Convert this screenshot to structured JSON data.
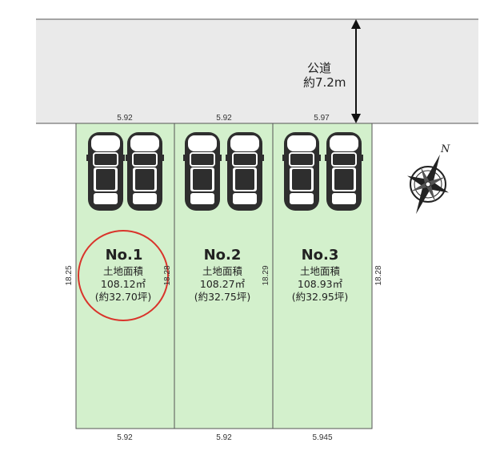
{
  "road": {
    "label_line1": "公道",
    "label_line2": "約7.2m"
  },
  "compass": {
    "north_label": "N"
  },
  "lots": [
    {
      "number": "No.1",
      "area_label": "土地面積",
      "area_sqm": "108.12㎡",
      "area_tsubo": "(約32.70坪)",
      "top_width": "5.92",
      "bottom_width": "5.92",
      "left_depth": "18.25",
      "highlighted": true
    },
    {
      "number": "No.2",
      "area_label": "土地面積",
      "area_sqm": "108.27㎡",
      "area_tsubo": "(約32.75坪)",
      "top_width": "5.92",
      "bottom_width": "5.92",
      "left_depth": "18.28",
      "highlighted": false
    },
    {
      "number": "No.3",
      "area_label": "土地面積",
      "area_sqm": "108.93㎡",
      "area_tsubo": "(約32.95坪)",
      "top_width": "5.97",
      "bottom_width": "5.945",
      "left_depth": "18.29",
      "right_depth": "18.28",
      "highlighted": false
    }
  ],
  "colors": {
    "road_fill": "#eaeaea",
    "lot_fill": "#d3f0cc",
    "lot_border": "#555555",
    "highlight_circle": "#d9342b",
    "car_body": "#2e2e2e"
  }
}
